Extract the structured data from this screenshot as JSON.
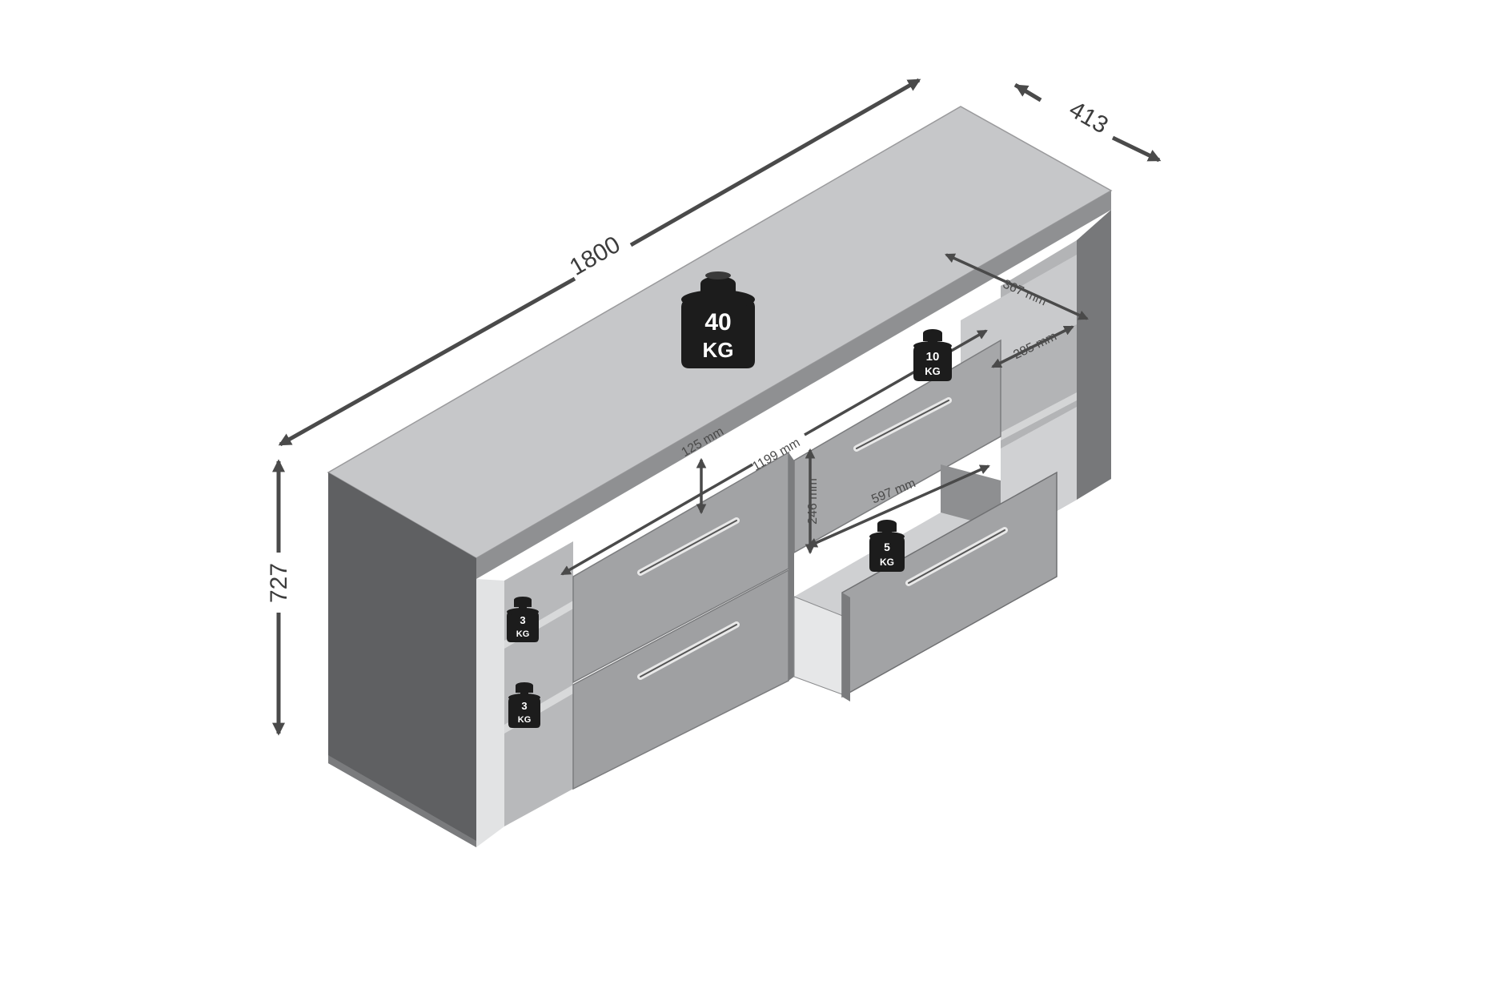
{
  "dimensions": {
    "width": "1800",
    "depth": "413",
    "height": "727"
  },
  "inner_dimensions": {
    "top_gap": "125 mm",
    "drawer_width": "1199 mm",
    "drawer_height": "246 mm",
    "drawer_depth": "597 mm",
    "shelf_width": "367 mm",
    "shelf_depth": "285 mm"
  },
  "loads": {
    "top": {
      "value": "40",
      "unit": "KG"
    },
    "drawer_top_right": {
      "value": "10",
      "unit": "KG"
    },
    "drawer_open": {
      "value": "5",
      "unit": "KG"
    },
    "shelf_upper": {
      "value": "3",
      "unit": "KG"
    },
    "shelf_lower": {
      "value": "3",
      "unit": "KG"
    }
  },
  "colors": {
    "dimension_arrow": "#4a4a4a",
    "cabinet_top": "#c6c7c9",
    "cabinet_front": "#939496",
    "cabinet_side": "#5f6062",
    "drawer_front": "#a2a3a5",
    "weight_icon": "#1c1c1c"
  }
}
